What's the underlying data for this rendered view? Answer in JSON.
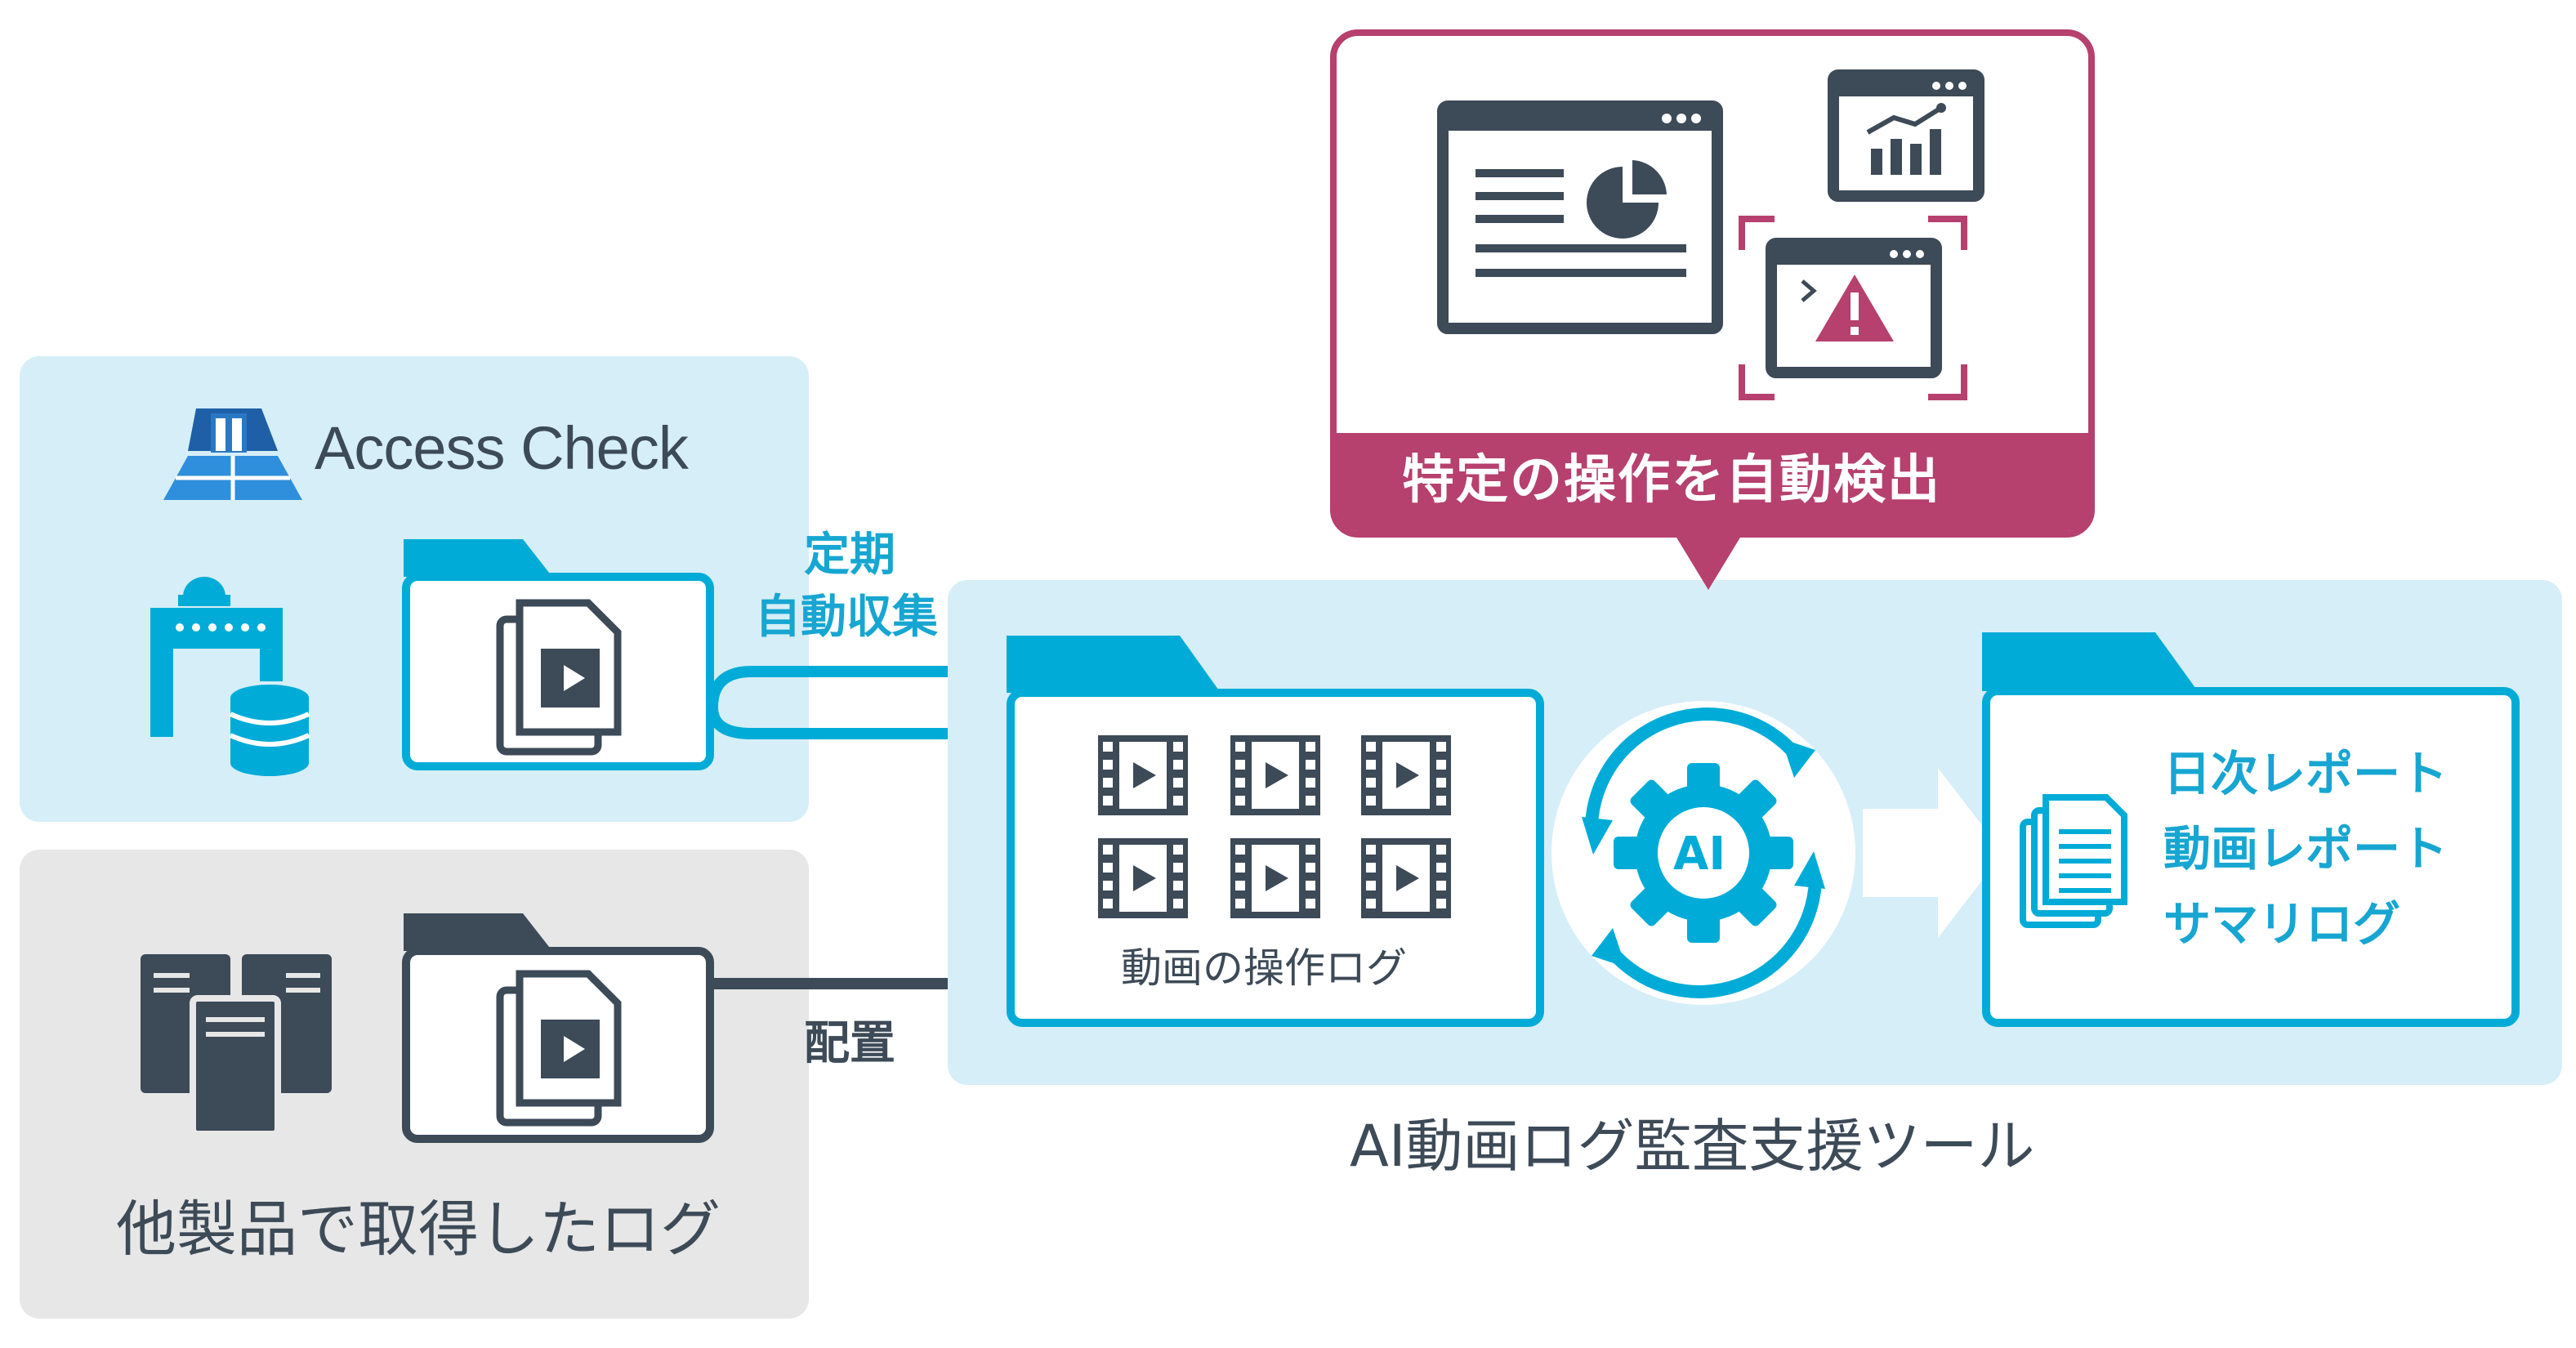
{
  "brand": {
    "name": "Access Check",
    "logo_icon": "access-check-logo-icon"
  },
  "source_panel_other": {
    "caption": "他製品で取得したログ"
  },
  "flows": {
    "scheduled_line1": "定期",
    "scheduled_line2": "自動収集",
    "deploy": "配置"
  },
  "tool": {
    "caption": "AI動画ログ監査支援ツール",
    "video_folder_label": "動画の操作ログ",
    "ai_badge": "AI",
    "outputs": [
      "日次レポート",
      "動画レポート",
      "サマリログ"
    ]
  },
  "detection": {
    "label": "特定の操作を自動検出"
  },
  "colors": {
    "cyan": "#00acd7",
    "cyan_text": "#17a6d2",
    "slate": "#3d4a57",
    "magenta": "#b6406e",
    "panel_blue": "#d6eef7",
    "panel_gray": "#e7e7e7"
  }
}
